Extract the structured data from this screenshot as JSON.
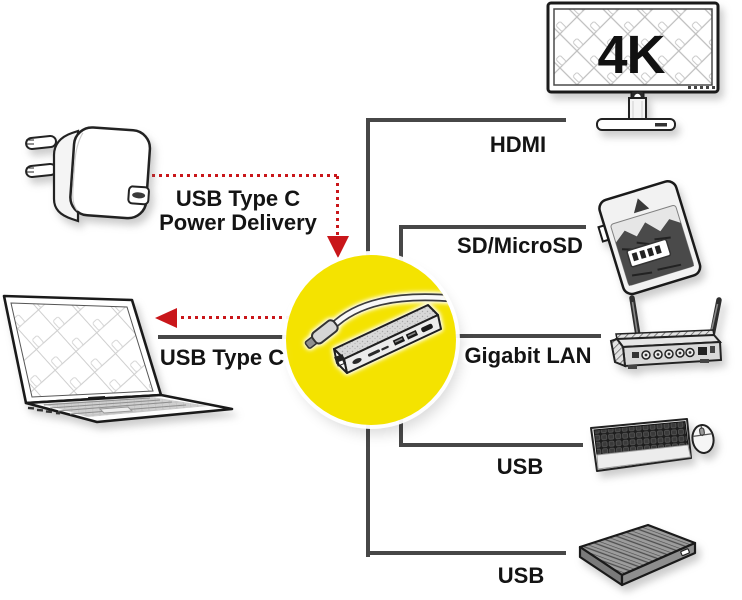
{
  "colors": {
    "accent_yellow": "#F4E300",
    "line_gray": "#474747",
    "arrow_red": "#C9161A",
    "text_black": "#141414"
  },
  "labels": {
    "hdmi": "HDMI",
    "sd_microsd": "SD/MicroSD",
    "gigabit_lan": "Gigabit LAN",
    "usb_keyboard": "USB",
    "usb_drive": "USB",
    "power_line1": "USB Type C",
    "power_line2": "Power Delivery",
    "usb_c_laptop": "USB Type C"
  },
  "devices": {
    "monitor": {
      "icon": "4k-monitor",
      "screen_text": "4K"
    },
    "power_adapter": {
      "icon": "usb-c-wall-charger"
    },
    "laptop": {
      "icon": "laptop"
    },
    "hub": {
      "icon": "usb-c-multiport-hub"
    },
    "sd_card": {
      "icon": "sd-microsd-card"
    },
    "router": {
      "icon": "gigabit-lan-router"
    },
    "keyboard_mouse": {
      "icon": "usb-keyboard-and-mouse"
    },
    "hard_drive": {
      "icon": "usb-external-hard-drive"
    }
  }
}
